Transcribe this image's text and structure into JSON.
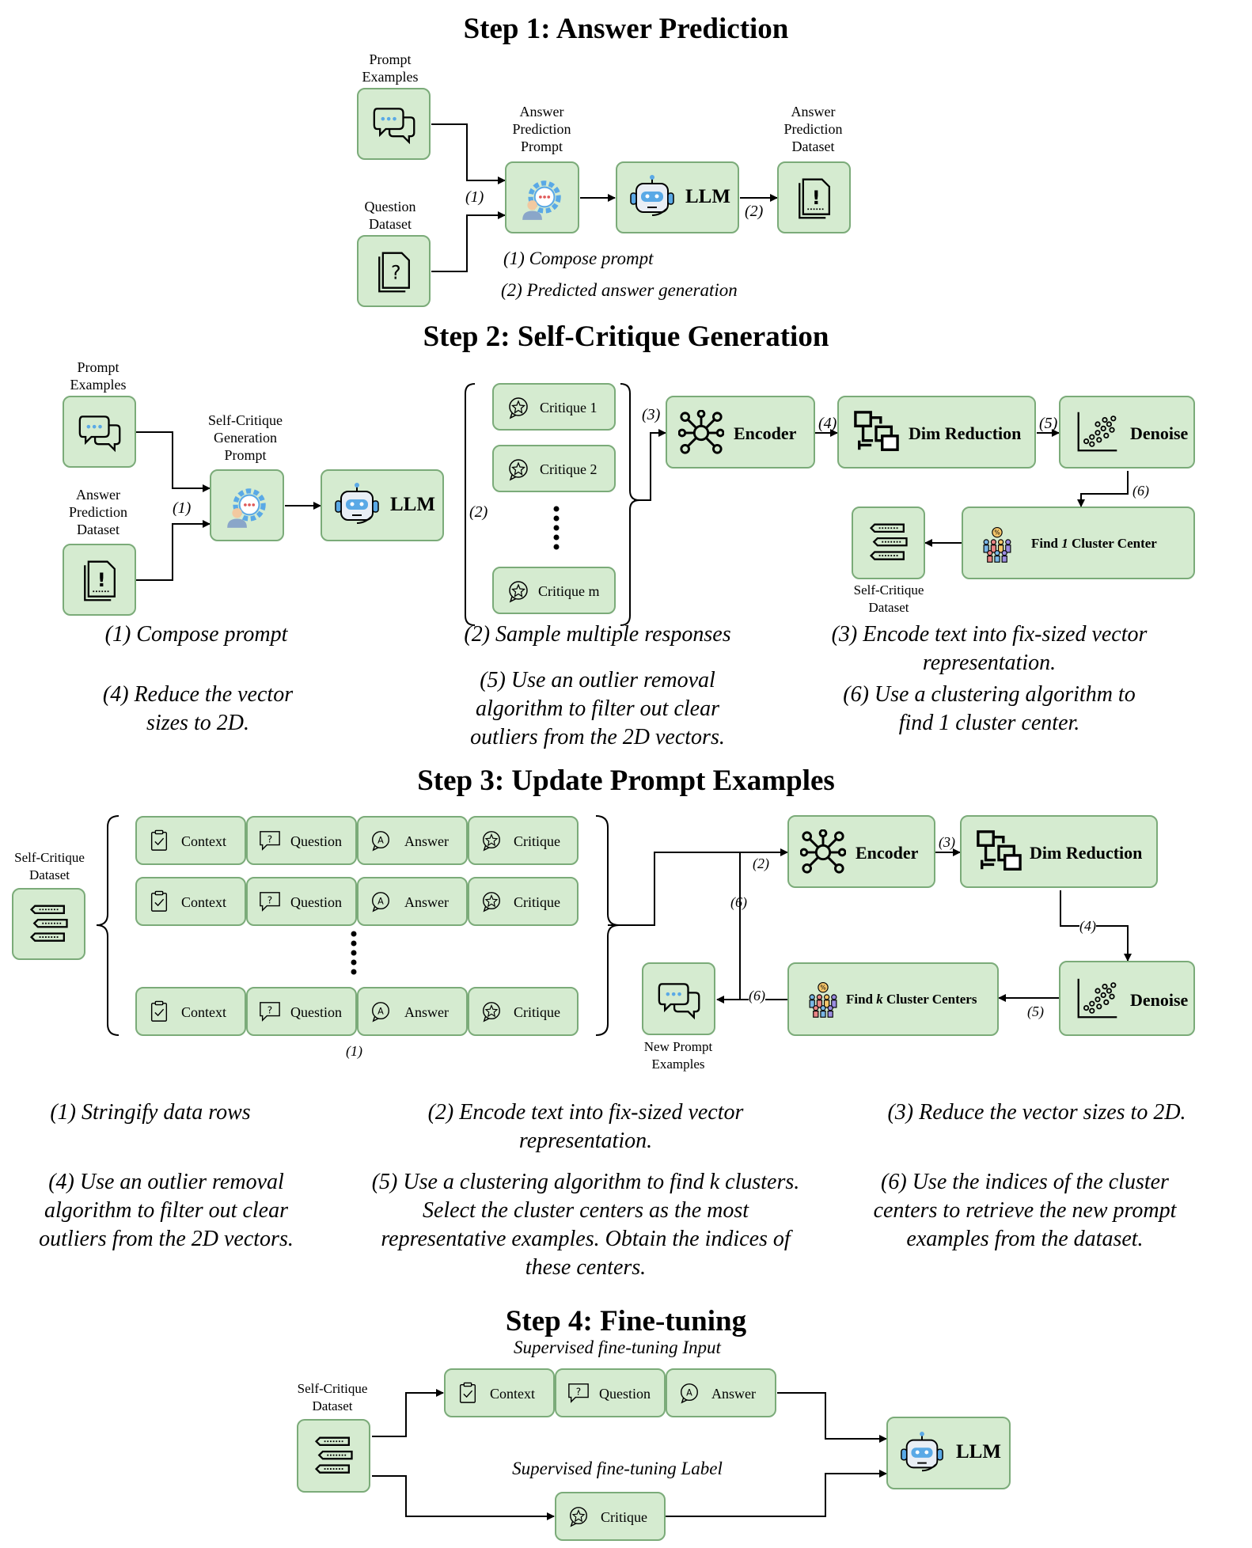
{
  "step1": {
    "title": "Step 1: Answer Prediction",
    "prompt_examples": "Prompt Examples",
    "question_dataset": "Question Dataset",
    "answer_prediction_prompt": "Answer Prediction Prompt",
    "llm": "LLM",
    "answer_prediction_dataset": "Answer Prediction Dataset",
    "marker_1": "(1)",
    "marker_2": "(2)",
    "note_1": "(1) Compose prompt",
    "note_2": "(2) Predicted answer generation"
  },
  "step2": {
    "title": "Step 2: Self-Critique Generation",
    "prompt_examples": "Prompt Examples",
    "answer_prediction_dataset": "Answer Prediction Dataset",
    "self_critique_generation_prompt": "Self-Critique Generation Prompt",
    "llm": "LLM",
    "critiques": [
      "Critique 1",
      "Critique 2",
      "Critique m"
    ],
    "encoder": "Encoder",
    "dim_reduction": "Dim Reduction",
    "denoise": "Denoise",
    "find_cluster_prefix": "Find ",
    "find_cluster_n": "1",
    "find_cluster_suffix": " Cluster Center",
    "self_critique_dataset": "Self-Critique Dataset",
    "markers": {
      "m1": "(1)",
      "m2": "(2)",
      "m3": "(3)",
      "m4": "(4)",
      "m5": "(5)",
      "m6": "(6)"
    },
    "notes": {
      "n1": "(1) Compose prompt",
      "n2": "(2) Sample multiple responses",
      "n3": "(3) Encode text into fix-sized vector representation.",
      "n4": "(4) Reduce the vector sizes to 2D.",
      "n5": "(5) Use an outlier removal algorithm to filter out clear outliers from the 2D vectors.",
      "n6": "(6) Use a clustering algorithm to find 1 cluster center."
    }
  },
  "step3": {
    "title": "Step 3: Update Prompt Examples",
    "self_critique_dataset": "Self-Critique Dataset",
    "columns": [
      "Context",
      "Question",
      "Answer",
      "Critique"
    ],
    "encoder": "Encoder",
    "dim_reduction": "Dim Reduction",
    "denoise": "Denoise",
    "find_clusters_prefix": "Find ",
    "find_clusters_k": "k",
    "find_clusters_suffix": " Cluster Centers",
    "new_prompt_examples": "New Prompt Examples",
    "markers": {
      "m1": "(1)",
      "m2": "(2)",
      "m3": "(3)",
      "m4": "(4)",
      "m5": "(5)",
      "m6a": "(6)",
      "m6b": "(6)"
    },
    "notes": {
      "n1": "(1) Stringify data rows",
      "n2": "(2) Encode text into fix-sized vector representation.",
      "n3": "(3) Reduce the vector sizes to 2D.",
      "n4": "(4) Use an outlier removal algorithm to filter out clear outliers from the 2D vectors.",
      "n5": "(5) Use a clustering algorithm to find k clusters. Select the cluster centers as the most representative examples. Obtain the indices of these centers.",
      "n6": "(6) Use the indices of the cluster centers to retrieve the new prompt examples from the dataset."
    }
  },
  "step4": {
    "title": "Step 4: Fine-tuning",
    "input_label": "Supervised fine-tuning Input",
    "label_label": "Supervised fine-tuning Label",
    "self_critique_dataset": "Self-Critique Dataset",
    "inputs": [
      "Context",
      "Question",
      "Answer"
    ],
    "critique": "Critique",
    "llm": "LLM"
  },
  "colors": {
    "box_fill": "#d5ebd0",
    "box_border": "#7bab79",
    "icon_blue": "#5aa9e6"
  }
}
